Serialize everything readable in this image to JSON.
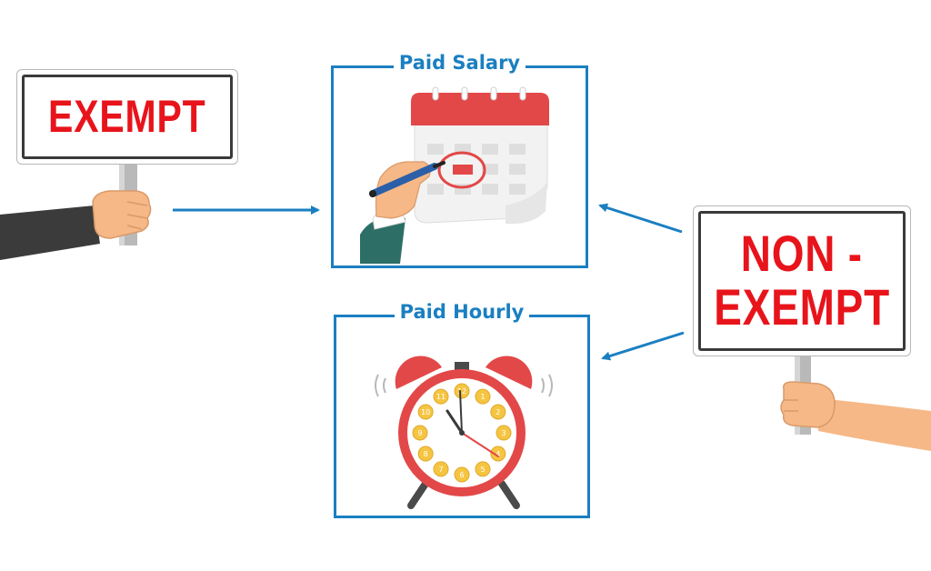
{
  "signs": {
    "exempt": "EXEMPT",
    "non_exempt_line1": "NON -",
    "non_exempt_line2": "EXEMPT"
  },
  "boxes": {
    "salary_title": "Paid Salary",
    "hourly_title": "Paid Hourly"
  },
  "clock": {
    "numbers": [
      "12",
      "1",
      "2",
      "3",
      "4",
      "5",
      "6",
      "7",
      "8",
      "9",
      "10",
      "11"
    ]
  },
  "colors": {
    "accent_blue": "#1a7fc1",
    "sign_red": "#e8141b",
    "calendar_red": "#e34848",
    "clock_gold": "#f5c542"
  },
  "icons": [
    "calendar-icon",
    "pen-icon",
    "alarm-clock-icon",
    "hand-icon"
  ]
}
